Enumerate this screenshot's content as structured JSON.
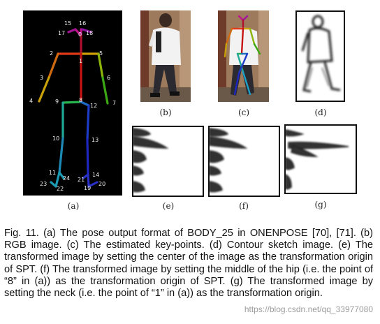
{
  "subfigures": {
    "a": {
      "label": "(a)"
    },
    "b": {
      "label": "(b)"
    },
    "c": {
      "label": "(c)"
    },
    "d": {
      "label": "(d)"
    },
    "e": {
      "label": "(e)"
    },
    "f": {
      "label": "(f)"
    },
    "g": {
      "label": "(g)"
    }
  },
  "keypoints": [
    {
      "id": "0",
      "text": "0"
    },
    {
      "id": "1",
      "text": "1"
    },
    {
      "id": "2",
      "text": "2"
    },
    {
      "id": "3",
      "text": "3"
    },
    {
      "id": "4",
      "text": "4"
    },
    {
      "id": "5",
      "text": "5"
    },
    {
      "id": "6",
      "text": "6"
    },
    {
      "id": "7",
      "text": "7"
    },
    {
      "id": "8",
      "text": "8"
    },
    {
      "id": "9",
      "text": "9"
    },
    {
      "id": "10",
      "text": "10"
    },
    {
      "id": "11",
      "text": "11"
    },
    {
      "id": "12",
      "text": "12"
    },
    {
      "id": "13",
      "text": "13"
    },
    {
      "id": "14",
      "text": "14"
    },
    {
      "id": "15",
      "text": "15"
    },
    {
      "id": "16",
      "text": "16"
    },
    {
      "id": "17",
      "text": "17"
    },
    {
      "id": "18",
      "text": "18"
    },
    {
      "id": "19",
      "text": "19"
    },
    {
      "id": "20",
      "text": "20"
    },
    {
      "id": "21",
      "text": "21"
    },
    {
      "id": "22",
      "text": "22"
    },
    {
      "id": "23",
      "text": "23"
    },
    {
      "id": "24",
      "text": "24"
    }
  ],
  "caption": {
    "text": "Fig. 11. (a) The pose output format of BODY_25 in ONENPOSE [70], [71]. (b) RGB image. (c) The estimated key-points. (d) Contour sketch image. (e) The transformed image by setting the center of the image as the transformation origin of SPT. (f) The transformed image by setting the middle of the hip (i.e. the point of “8” in (a)) as the transformation origin of SPT. (g) The transformed image by setting the neck (i.e. the point of “1” in (a)) as the transformation origin."
  },
  "watermark": {
    "text": "https://blog.csdn.net/qq_33977080"
  },
  "colors": {
    "skeleton_bg": "#000000",
    "caption_text": "#111111",
    "frame_border": "#111111"
  }
}
